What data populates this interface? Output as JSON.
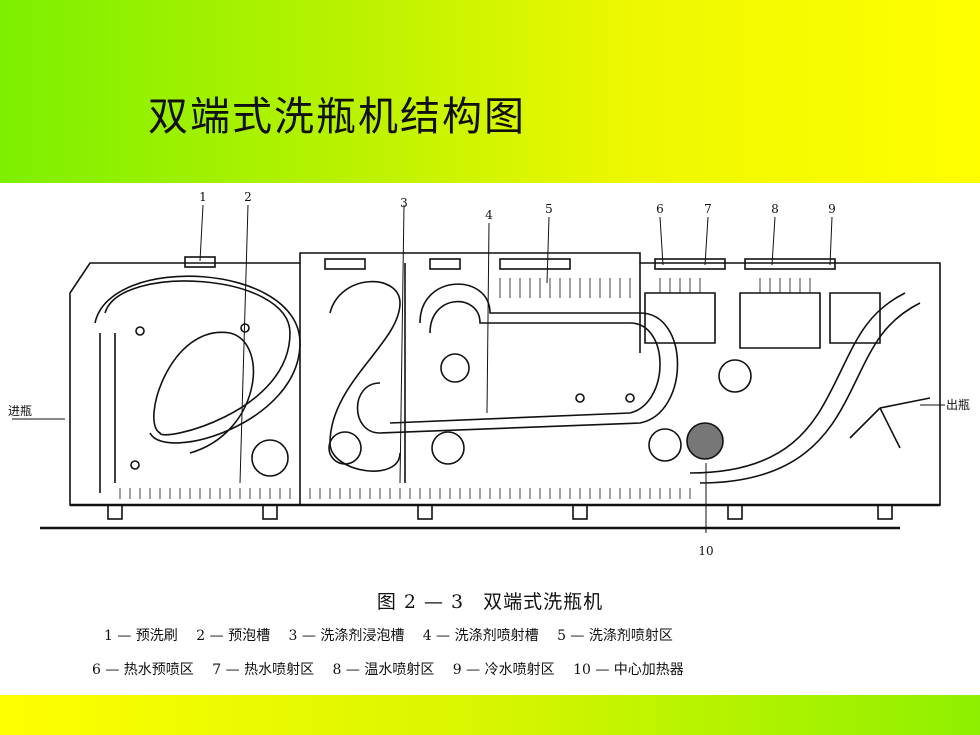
{
  "slide": {
    "title": "双端式洗瓶机结构图"
  },
  "figure": {
    "part_numbers": [
      "1",
      "2",
      "3",
      "4",
      "5",
      "6",
      "7",
      "8",
      "9",
      "10"
    ],
    "inlet_label": "进瓶",
    "outlet_label": "出瓶",
    "caption_number": "图 2 — 3",
    "caption_text": "双端式洗瓶机",
    "legend": [
      "1 — 预洗刷",
      "2 — 预泡槽",
      "3 — 洗涤剂浸泡槽",
      "4 — 洗涤剂喷射槽",
      "5 — 洗涤剂喷射区",
      "6 — 热水预喷区",
      "7 — 热水喷射区",
      "8 — 温水喷射区",
      "9 — 冷水喷射区",
      "10 — 中心加热器"
    ]
  },
  "colors": {
    "header_start": "#7cf000",
    "header_end": "#ffff00",
    "line": "#111111"
  }
}
